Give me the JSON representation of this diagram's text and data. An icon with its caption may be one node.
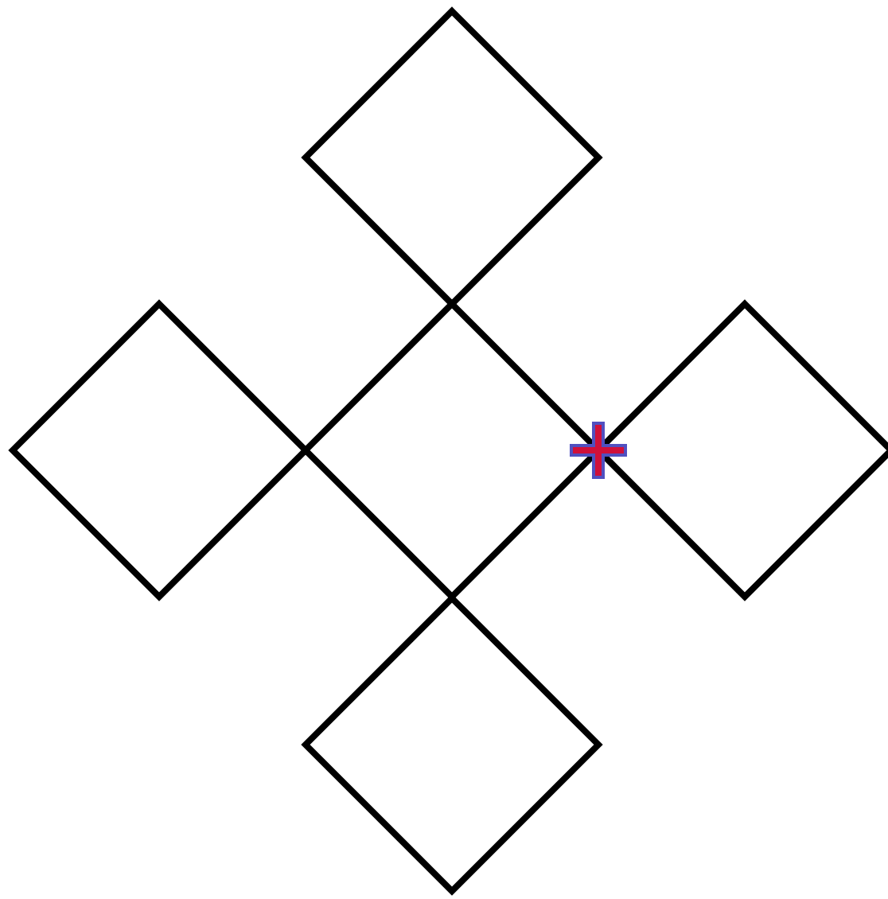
{
  "diagram": {
    "nodes": [
      {
        "text": [],
        "shape": "diamond"
      },
      {
        "text": [],
        "shape": "diamond"
      },
      {
        "text": [],
        "shape": "diamond"
      },
      {
        "text": [],
        "shape": "diamond"
      },
      {
        "text": [],
        "shape": "diamond"
      }
    ]
  }
}
